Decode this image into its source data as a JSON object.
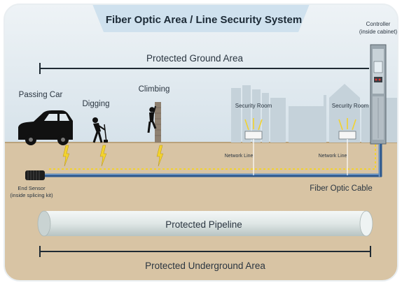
{
  "title": "Fiber Optic Area / Line Security System",
  "controller": {
    "label": "Controller",
    "sublabel": "(inside cabinet)"
  },
  "ground_area_label": "Protected  Ground Area",
  "threats": [
    "Passing Car",
    "Digging",
    "Climbing"
  ],
  "security_rooms": [
    "Security Room",
    "Security Room"
  ],
  "network_lines": [
    "Network Line",
    "Network Line"
  ],
  "end_sensor": {
    "label": "End Sensor",
    "sublabel": "(inside splicing kit)"
  },
  "cable_label": "Fiber Optic Cable",
  "pipeline_label": "Protected Pipeline",
  "underground_label": "Protected Underground Area",
  "colors": {
    "sky": "#dfe8ee",
    "ground": "#d7c3a3",
    "banner": "#cde0ee",
    "cable": "#3f6fa8",
    "signal": "#f2d22e",
    "silhouette": "#111111"
  }
}
